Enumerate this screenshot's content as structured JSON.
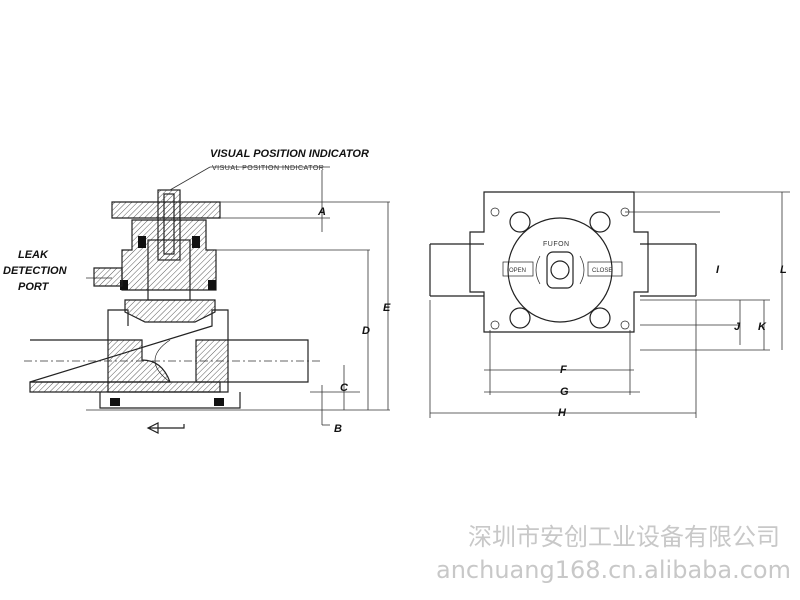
{
  "left_view": {
    "callout_title": "VISUAL POSITION INDICATOR",
    "callout_sub": "VISUAL POSITION INDICATOR",
    "leak_label": [
      "LEAK",
      "DETECTION",
      "PORT"
    ],
    "dims": {
      "A": "A",
      "B": "B",
      "C": "C",
      "D": "D",
      "E": "E"
    }
  },
  "right_view": {
    "brand": "FUFON",
    "open": "OPEN",
    "close": "CLOSE",
    "dims": {
      "F": "F",
      "G": "G",
      "H": "H",
      "I": "I",
      "J": "J",
      "K": "K",
      "L": "L"
    }
  },
  "watermark": {
    "company": "深圳市安创工业设备有限公司",
    "url": "anchuang168.cn.alibaba.com"
  }
}
